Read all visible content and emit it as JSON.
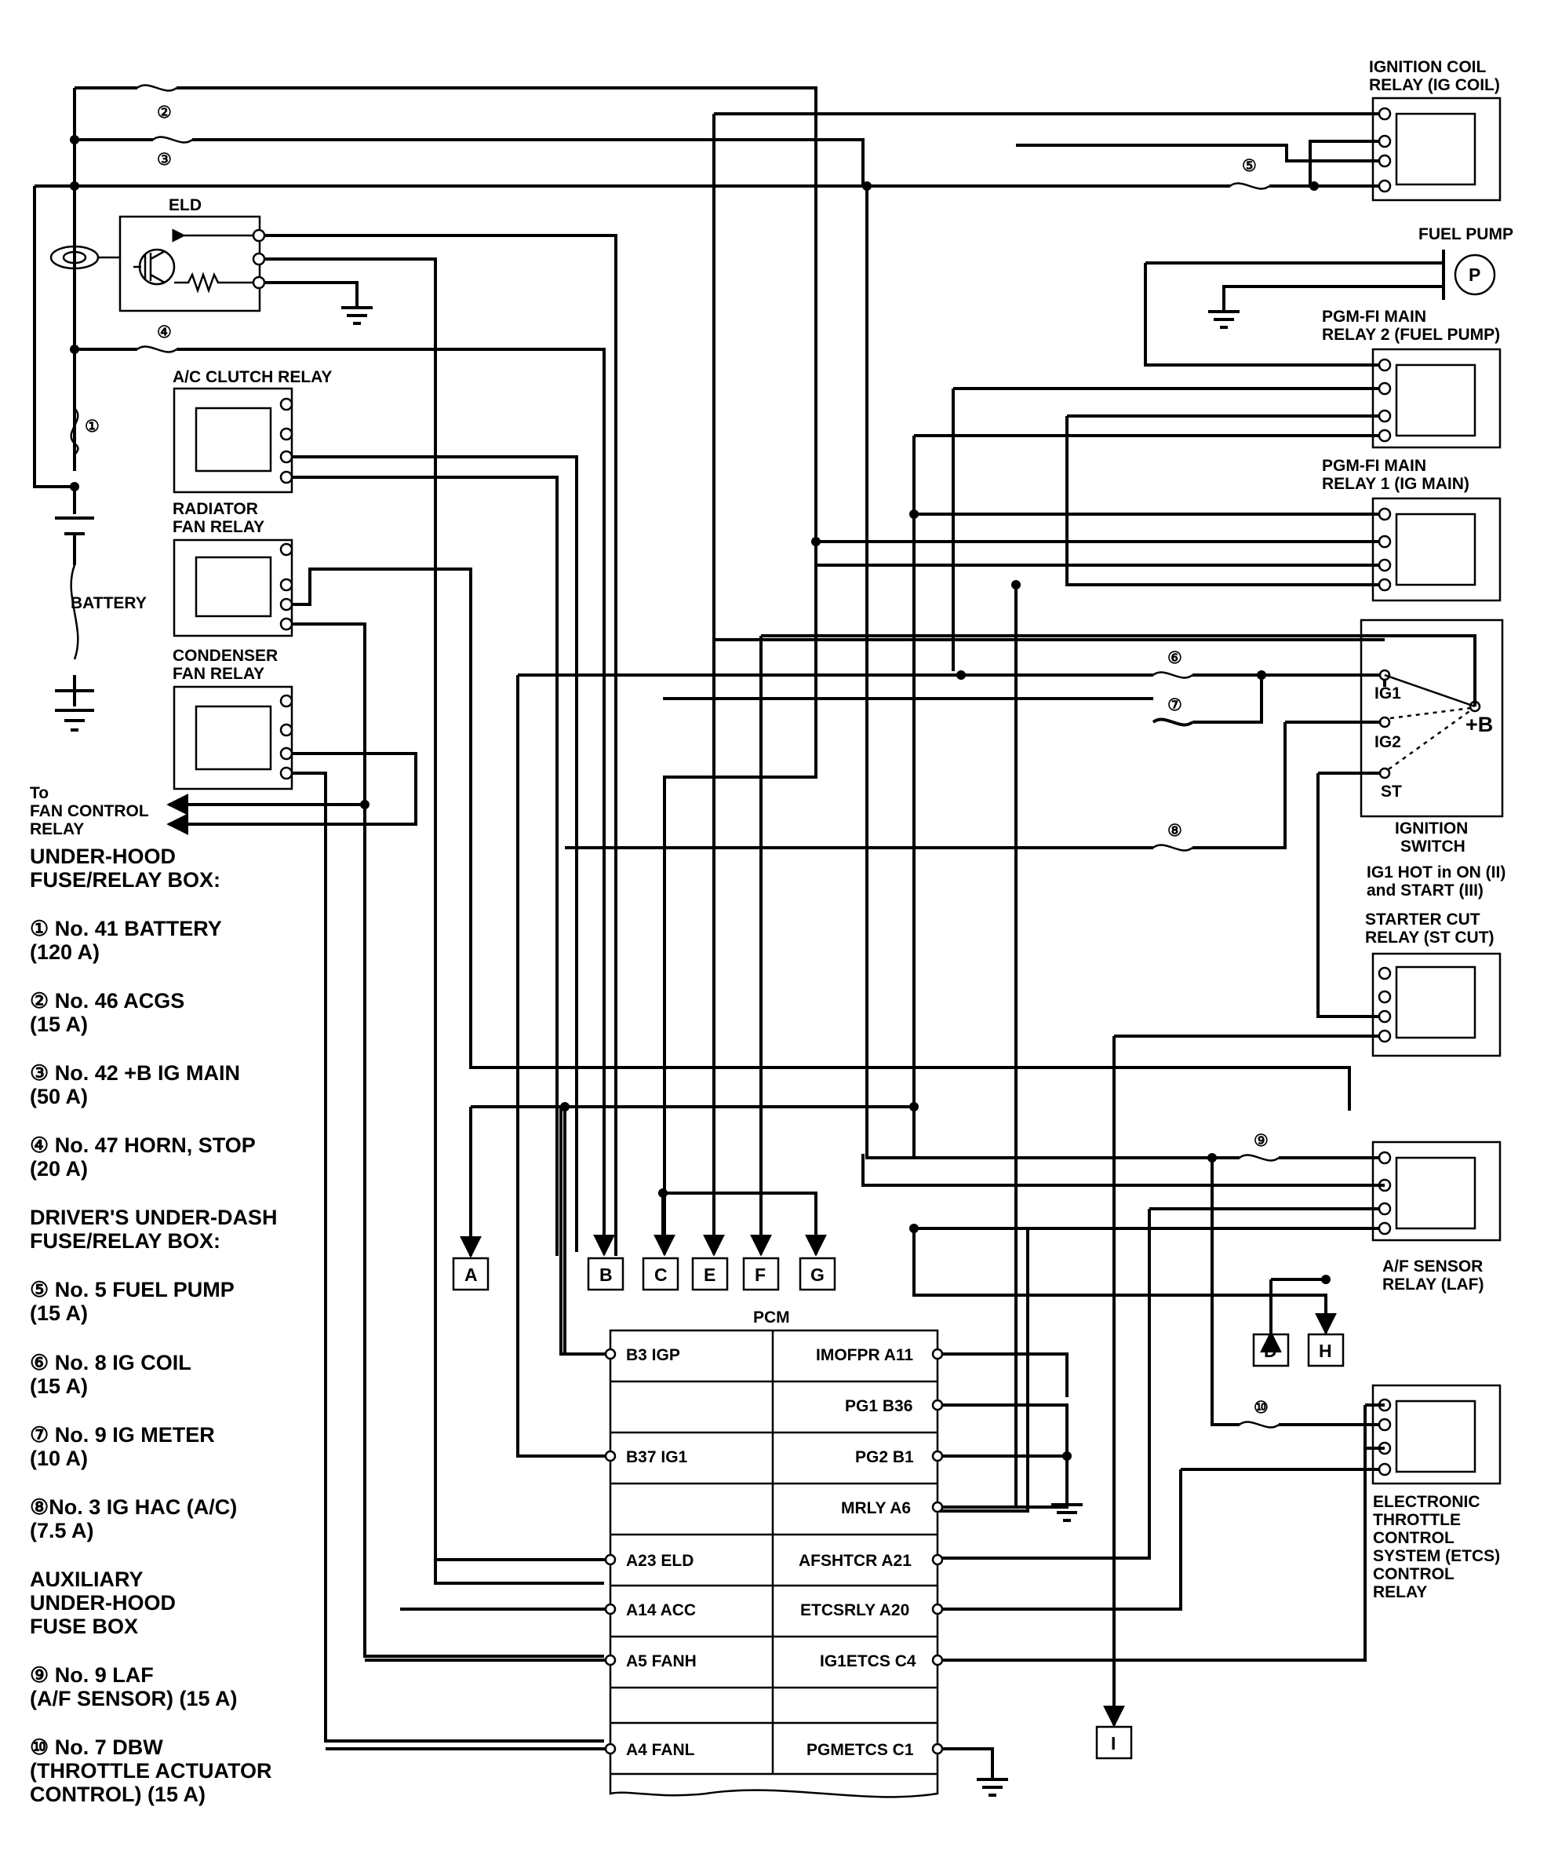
{
  "components": {
    "ig_coil_relay": [
      "IGNITION COIL",
      "RELAY (IG COIL)"
    ],
    "fuel_pump": "FUEL PUMP",
    "fuel_pump_symbol": "P",
    "pgm_fi_main_relay_2": [
      "PGM-FI MAIN",
      "RELAY 2 (FUEL PUMP)"
    ],
    "pgm_fi_main_relay_1": [
      "PGM-FI MAIN",
      "RELAY 1 (IG MAIN)"
    ],
    "eld": "ELD",
    "ac_clutch_relay": "A/C CLUTCH RELAY",
    "radiator_fan_relay": [
      "RADIATOR",
      "FAN RELAY"
    ],
    "condenser_fan_relay": [
      "CONDENSER",
      "FAN RELAY"
    ],
    "battery": "BATTERY",
    "fan_control_relay": [
      "To",
      "FAN CONTROL",
      "RELAY"
    ],
    "ignition_switch": [
      "IGNITION",
      "SWITCH"
    ],
    "ignition_switch_terminals": {
      "ig1": "IG1",
      "ig2": "IG2",
      "st": "ST",
      "b": "+B"
    },
    "ig1_note": [
      "IG1 HOT in ON (II)",
      "and START (III)"
    ],
    "starter_cut_relay": [
      "STARTER CUT",
      "RELAY (ST CUT)"
    ],
    "af_sensor_relay": [
      "A/F SENSOR",
      "RELAY (LAF)"
    ],
    "etcs_relay": [
      "ELECTRONIC",
      "THROTTLE",
      "CONTROL",
      "SYSTEM (ETCS)",
      "CONTROL",
      "RELAY"
    ],
    "pcm": "PCM"
  },
  "fuse_numbers": [
    "①",
    "②",
    "③",
    "④",
    "⑤",
    "⑥",
    "⑦",
    "⑧",
    "⑨",
    "⑩"
  ],
  "pcm_left_pins": [
    "B3 IGP",
    "",
    "B37 IG1",
    "",
    "A23 ELD",
    "A14 ACC",
    "A5 FANH",
    "",
    "A4 FANL"
  ],
  "pcm_right_pins": [
    "IMOFPR A11",
    "PG1 B36",
    "PG2 B1",
    "MRLY A6",
    "AFSHTCR A21",
    "ETCSRLY A20",
    "IG1ETCS C4",
    "",
    "PGMETCS C1"
  ],
  "connectors": [
    "A",
    "B",
    "C",
    "E",
    "F",
    "G",
    "D",
    "H",
    "I"
  ],
  "legend": [
    {
      "text": [
        "UNDER-HOOD",
        "FUSE/RELAY BOX:"
      ]
    },
    {
      "text": [
        "① No. 41 BATTERY",
        "(120 A)"
      ]
    },
    {
      "text": [
        "② No. 46 ACGS",
        "(15 A)"
      ]
    },
    {
      "text": [
        "③ No. 42 +B IG MAIN",
        "(50 A)"
      ]
    },
    {
      "text": [
        "④ No. 47 HORN, STOP",
        "(20 A)"
      ]
    },
    {
      "text": [
        "DRIVER'S UNDER-DASH",
        "FUSE/RELAY BOX:"
      ]
    },
    {
      "text": [
        "⑤ No. 5 FUEL PUMP",
        "(15 A)"
      ]
    },
    {
      "text": [
        "⑥ No. 8 IG COIL",
        "(15 A)"
      ]
    },
    {
      "text": [
        "⑦ No. 9 IG METER",
        "(10 A)"
      ]
    },
    {
      "text": [
        "⑧No. 3 IG HAC (A/C)",
        "(7.5 A)"
      ]
    },
    {
      "text": [
        "AUXILIARY",
        "UNDER-HOOD",
        "FUSE BOX"
      ]
    },
    {
      "text": [
        "⑨ No. 9 LAF",
        "(A/F SENSOR) (15 A)"
      ]
    },
    {
      "text": [
        "⑩ No. 7 DBW",
        "(THROTTLE ACTUATOR",
        "CONTROL) (15 A)"
      ]
    }
  ]
}
